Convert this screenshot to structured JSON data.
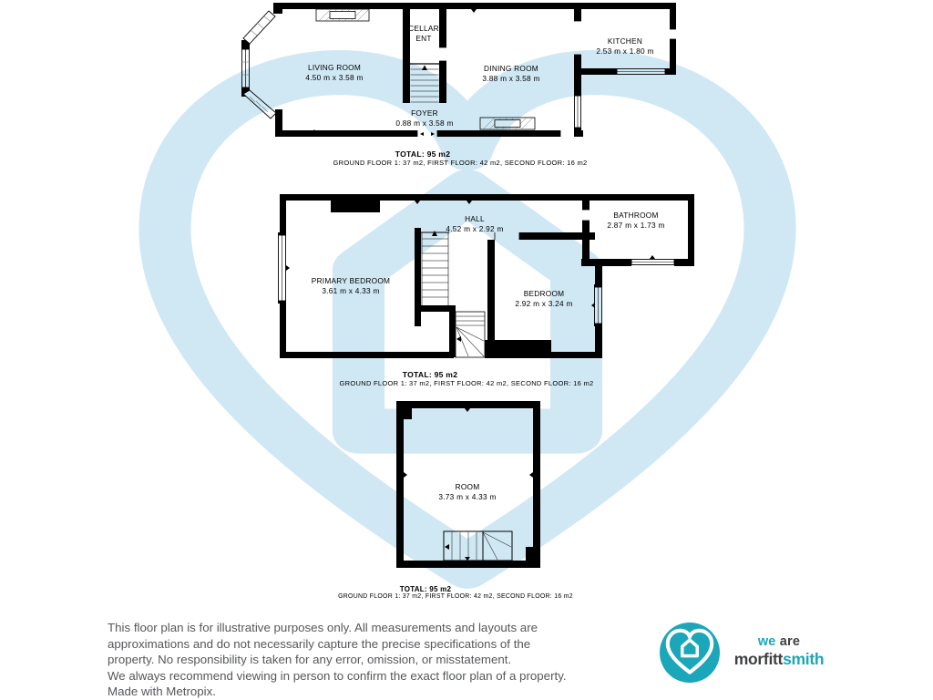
{
  "floors": [
    {
      "title": "ground-floor",
      "total": "TOTAL: 95 m2",
      "breakdown": "GROUND FLOOR 1: 37 m2, FIRST FLOOR: 42 m2, SECOND FLOOR: 16 m2",
      "rooms": [
        {
          "line1": "LIVING ROOM",
          "line2": "4.50 m x 3.58 m"
        },
        {
          "line1": "CELLAR",
          "line2": "ENT"
        },
        {
          "line1": "DINING ROOM",
          "line2": "3.88 m x 3.58 m"
        },
        {
          "line1": "KITCHEN",
          "line2": "2.53 m x 1.80 m"
        },
        {
          "line1": "FOYER",
          "line2": "0.88 m x 3.58 m"
        }
      ]
    },
    {
      "title": "first-floor",
      "total": "TOTAL: 95 m2",
      "breakdown": "GROUND FLOOR 1: 37 m2, FIRST FLOOR: 42 m2, SECOND FLOOR: 16 m2",
      "rooms": [
        {
          "line1": "PRIMARY BEDROOM",
          "line2": "3.61 m x 4.33 m"
        },
        {
          "line1": "HALL",
          "line2": "4.52 m x 2.92 m"
        },
        {
          "line1": "BEDROOM",
          "line2": "2.92 m x 3.24 m"
        },
        {
          "line1": "BATHROOM",
          "line2": "2.87 m x 1.73 m"
        }
      ]
    },
    {
      "title": "second-floor",
      "total": "TOTAL: 95 m2",
      "breakdown": "GROUND FLOOR 1: 37 m2, FIRST FLOOR: 42 m2, SECOND FLOOR: 16 m2",
      "rooms": [
        {
          "line1": "ROOM",
          "line2": "3.73 m x 4.33 m"
        }
      ]
    }
  ],
  "disclaimer": {
    "lines": [
      "This floor plan is for illustrative purposes only. All measurements and layouts are",
      "approximations and do not necessarily capture the precise specifications of the",
      "property. No responsibility is taken for any error, omission, or misstatement.",
      "We always recommend viewing in person to confirm the exact floor plan of a property.",
      "Made with Metropix."
    ]
  },
  "logo": {
    "prefix_accent": "we",
    "prefix_rest": " are",
    "brand_dark": "morfitt",
    "brand_accent": "smith"
  },
  "colors": {
    "accent_teal": "#1ba7b9",
    "watermark_blue": "#d0e8f4",
    "wall_black": "#000000",
    "disclaimer_gray": "#55575a"
  }
}
